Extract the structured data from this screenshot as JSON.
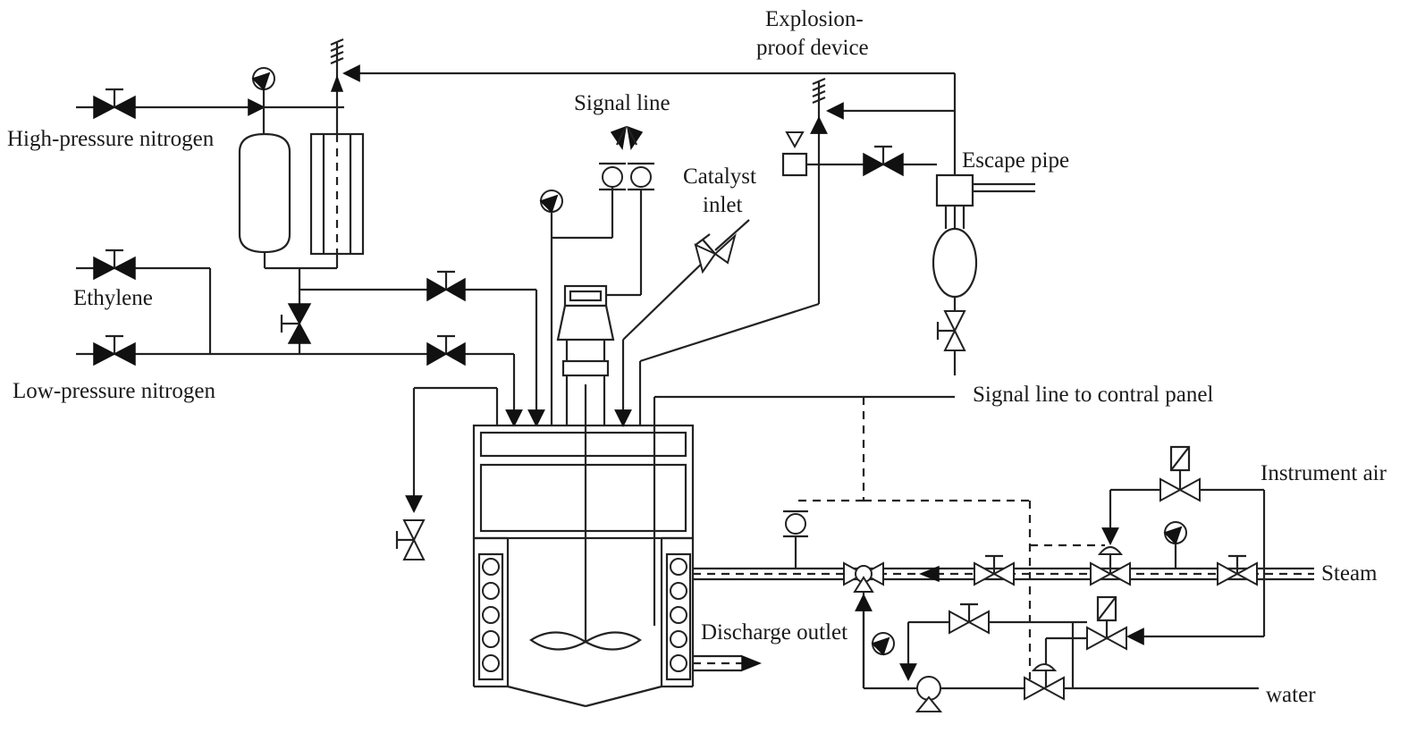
{
  "labels": {
    "high_pressure_nitrogen": "High-pressure nitrogen",
    "ethylene": "Ethylene",
    "low_pressure_nitrogen": "Low-pressure nitrogen",
    "signal_line": "Signal line",
    "explosion_proof_line1": "Explosion-",
    "explosion_proof_line2": "proof device",
    "catalyst_line1": "Catalyst",
    "catalyst_line2": "inlet",
    "escape_pipe": "Escape pipe",
    "signal_line_to_panel": "Signal line to contral panel",
    "instrument_air": "Instrument air",
    "steam": "Steam",
    "discharge_outlet": "Discharge outlet",
    "water": "water"
  },
  "colors": {
    "line": "#222222",
    "background": "#ffffff"
  }
}
